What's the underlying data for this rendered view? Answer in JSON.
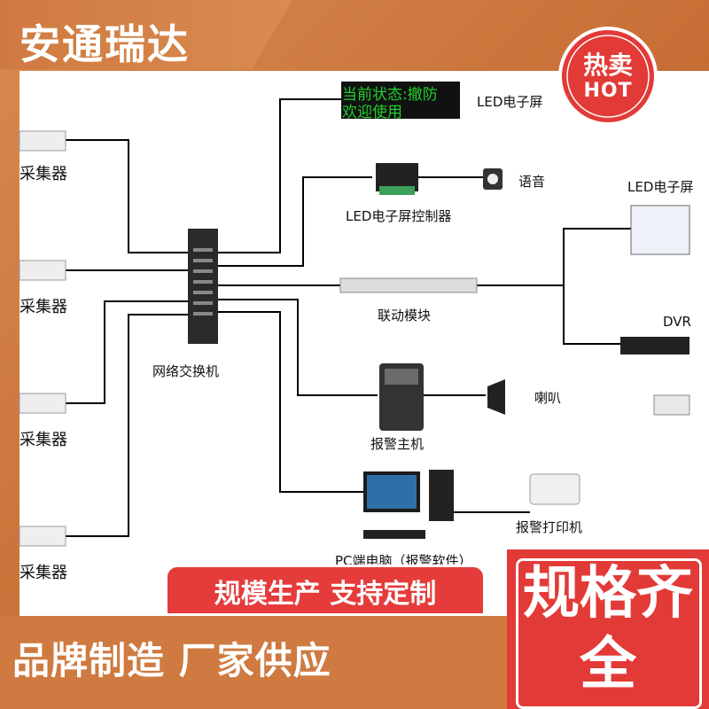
{
  "brand": {
    "name": "安通瑞达"
  },
  "badge": {
    "line1": "热卖",
    "line2": "HOT"
  },
  "diagram": {
    "led_screen_text_line1": "当前状态:撤防",
    "led_screen_text_line2": "欢迎使用",
    "led_screen_label": "LED电子屏",
    "led_controller_label": "LED电子屏控制器",
    "voice_label": "语音",
    "switch_label": "网络交换机",
    "link_module_label": "联动模块",
    "alarm_host_label": "报警主机",
    "speaker_label": "喇叭",
    "pc_label": "PC端电脑（报警软件）",
    "printer_label": "报警打印机",
    "right_led_label": "LED电子屏",
    "dvr_label": "DVR",
    "collector_labels": [
      "采集器",
      "采集器",
      "采集器",
      "采集器"
    ]
  },
  "banners": {
    "middle": "规模生产 支持定制",
    "bottom": "品牌制造  厂家供应",
    "right": "规格齐全"
  },
  "colors": {
    "accent": "#cf7a40",
    "red": "#e23a37",
    "led_green": "#1fd12a"
  }
}
